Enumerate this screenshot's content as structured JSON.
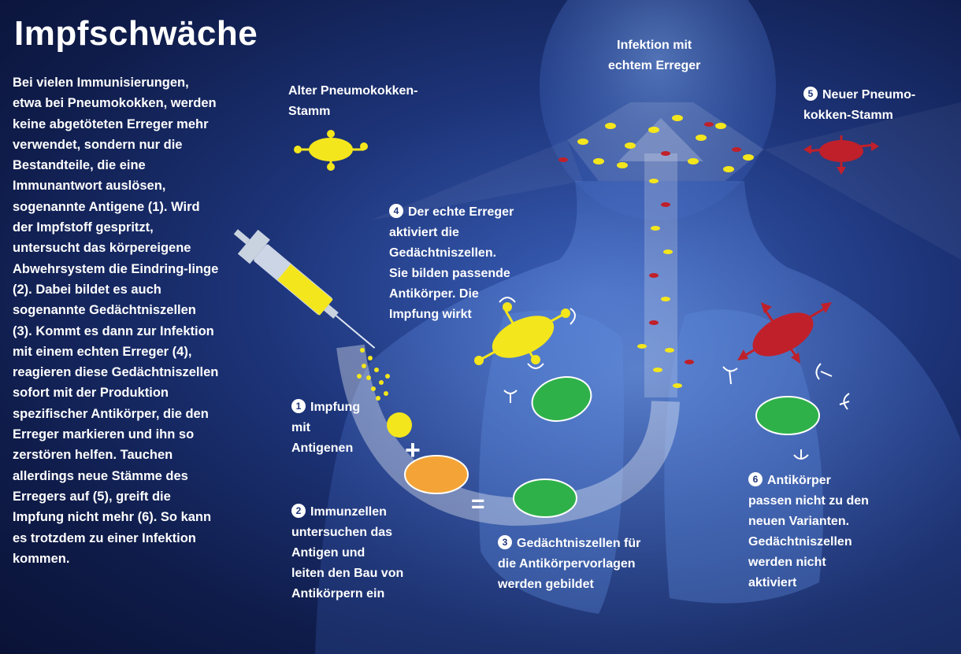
{
  "title": "Impfschwäche",
  "intro": "Bei vielen Immunisierungen, etwa bei Pneumokokken, werden keine abgetöteten Erreger mehr verwendet, sondern nur die Bestandteile, die eine Immunantwort auslösen, sogenannte Antigene (1). Wird der Impfstoff gespritzt, untersucht das körpereigene Abwehrsystem die Eindring-linge (2). Dabei bildet es auch sogenannte Gedächtniszellen (3). Kommt es dann zur Infektion mit einem echten Erreger (4), reagieren diese Gedächtniszellen sofort mit der Produktion spezifischer Antikörper, die den Erreger markieren und ihn so zerstören helfen. Tauchen allerdings neue Stämme des Erregers auf (5), greift die Impfung nicht mehr (6). So kann es trotzdem zu einer Infektion kommen.",
  "labels": {
    "infection": "Infektion mit\nechtem Erreger",
    "old_strain": "Alter Pneumokokken-\nStamm",
    "new_strain": {
      "num": "5",
      "text": "Neuer Pneumo-\nkokken-Stamm"
    },
    "step4": {
      "num": "4",
      "text": "Der echte Erreger\naktiviert die\nGedächtniszellen.\nSie bilden passende\nAntikörper. Die\nImpfung wirkt"
    },
    "step1": {
      "num": "1",
      "text": "Impfung\nmit\nAntigenen"
    },
    "step2": {
      "num": "2",
      "text": "Immunzellen\nuntersuchen das\nAntigen und\nleiten den Bau von\nAntikörpern ein"
    },
    "step3": {
      "num": "3",
      "text": "Gedächtniszellen für\ndie Antikörpervorlagen\nwerden gebildet"
    },
    "step6": {
      "num": "6",
      "text": "Antikörper\npassen nicht zu den\nneuen Varianten.\nGedächtniszellen\nwerden nicht\naktiviert"
    }
  },
  "symbols": {
    "plus": "+",
    "equals": "="
  },
  "colors": {
    "antigen_yellow": "#f4e61c",
    "immune_orange": "#f4a436",
    "memory_green": "#2fb14a",
    "new_strain_red": "#c0202a",
    "background": "#1d3479"
  }
}
